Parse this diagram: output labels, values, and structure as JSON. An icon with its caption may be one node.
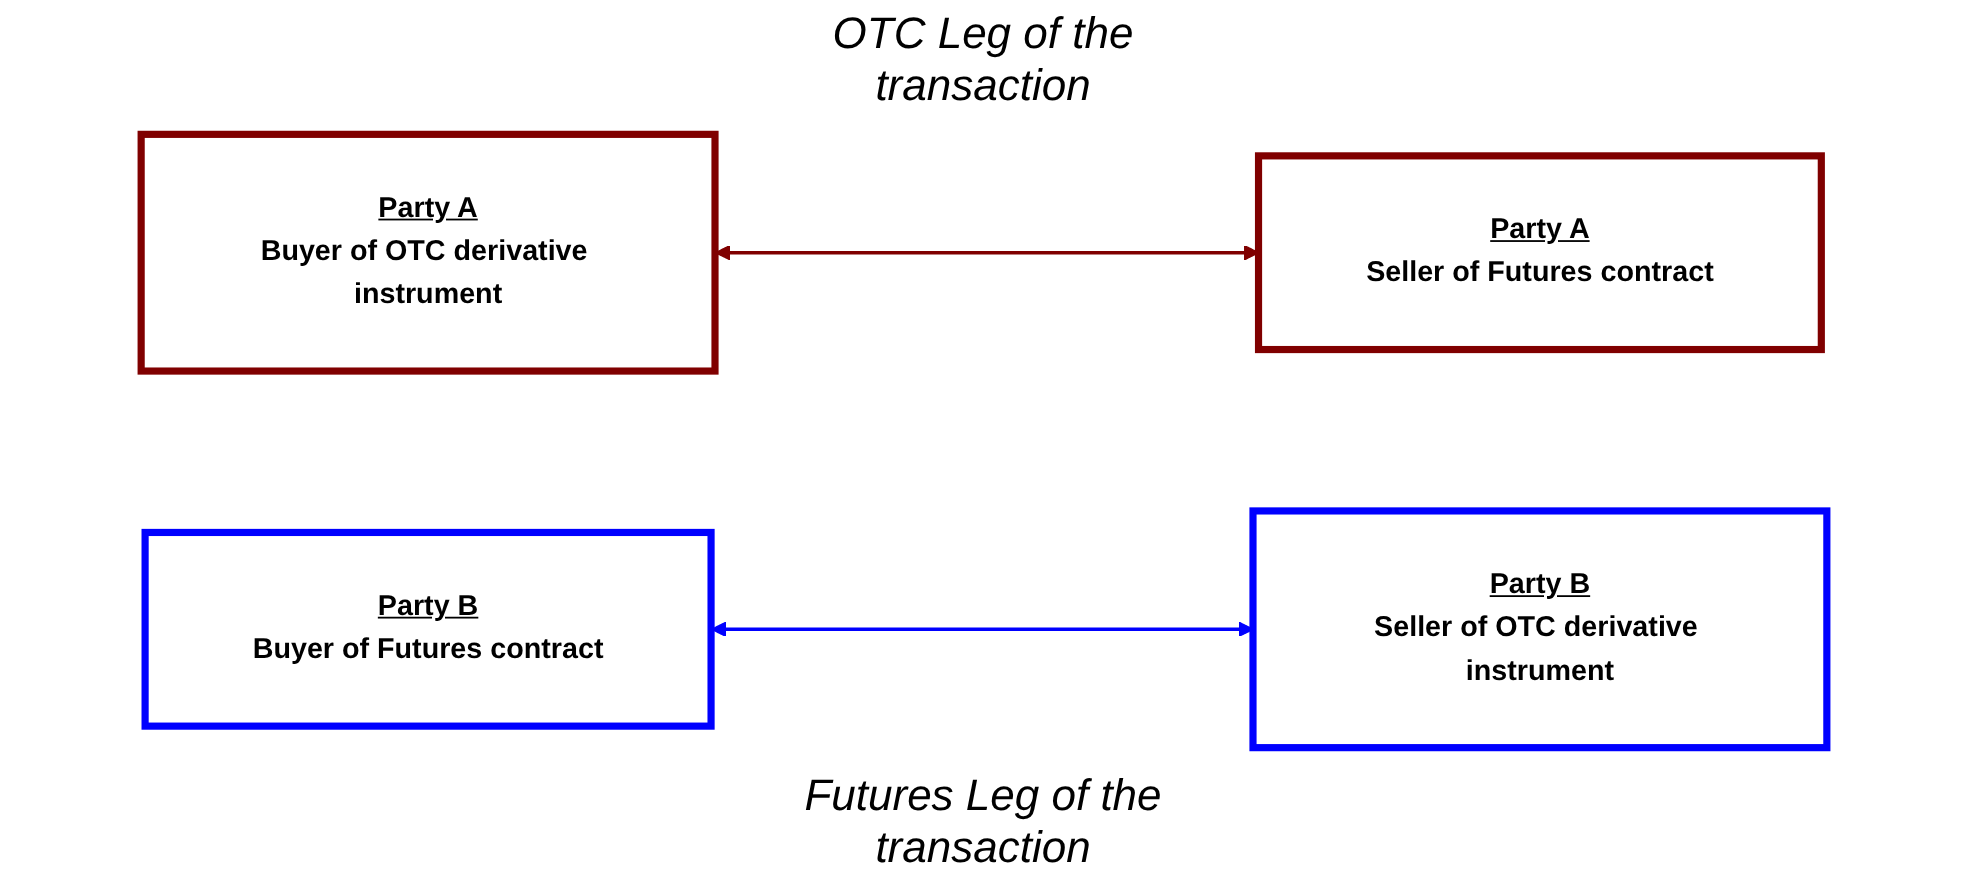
{
  "diagram": {
    "nodes": [
      {
        "text": [
          "Party A",
          "Buyer of OTC derivative instrument"
        ]
      },
      {
        "text": [
          "Party B",
          "Seller of OTC derivative instrument"
        ]
      },
      {
        "text": [
          "Party B",
          "Buyer of Futures contract"
        ]
      },
      {
        "text": [
          "Party A",
          "Seller of Futures contract"
        ]
      }
    ],
    "edges": [
      {
        "from": 0,
        "to": 3,
        "arrow": "both",
        "color": "#800000"
      },
      {
        "from": 2,
        "to": 1,
        "arrow": "both",
        "color": "#0000ff"
      }
    ],
    "labels": [
      "OTC Leg of the transaction",
      "Futures Leg of the transaction"
    ]
  }
}
